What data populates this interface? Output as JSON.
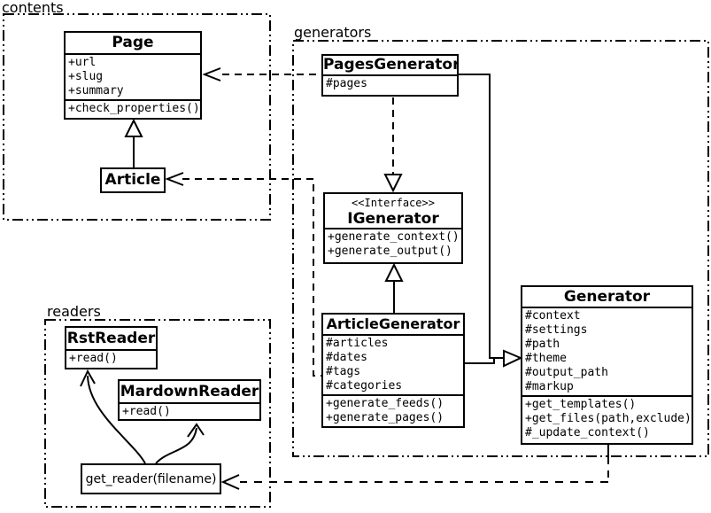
{
  "diagram": {
    "kind": "uml-class-diagram",
    "background_color": "#ffffff",
    "line_color": "#000000"
  },
  "packages": [
    {
      "id": "contents",
      "label": "contents"
    },
    {
      "id": "generators",
      "label": "generators"
    },
    {
      "id": "readers",
      "label": "readers"
    }
  ],
  "classes": {
    "page": {
      "title": "Page",
      "attributes": [
        "+url",
        "+slug",
        "+summary"
      ],
      "methods": [
        "+check_properties()"
      ]
    },
    "article": {
      "title": "Article"
    },
    "pages_generator": {
      "title": "PagesGenerator",
      "attributes": [
        "#pages"
      ]
    },
    "igenerator": {
      "stereotype": "<<Interface>>",
      "title": "IGenerator",
      "methods": [
        "+generate_context()",
        "+generate_output()"
      ]
    },
    "article_generator": {
      "title": "ArticleGenerator",
      "attributes": [
        "#articles",
        "#dates",
        "#tags",
        "#categories"
      ],
      "methods": [
        "+generate_feeds()",
        "+generate_pages()"
      ]
    },
    "generator": {
      "title": "Generator",
      "attributes": [
        "#context",
        "#settings",
        "#path",
        "#theme",
        "#output_path",
        "#markup"
      ],
      "methods": [
        "+get_templates()",
        "+get_files(path,exclude)",
        "#_update_context()"
      ]
    },
    "rst_reader": {
      "title": "RstReader",
      "methods": [
        "+read()"
      ]
    },
    "mardown_reader": {
      "title": "MardownReader",
      "methods": [
        "+read()"
      ]
    },
    "get_reader": {
      "label": "get_reader(filename)"
    }
  },
  "relations": [
    {
      "from": "Article",
      "to": "Page",
      "type": "generalization"
    },
    {
      "from": "PagesGenerator",
      "to": "Page",
      "type": "dependency"
    },
    {
      "from": "ArticleGenerator",
      "to": "Article",
      "type": "dependency"
    },
    {
      "from": "PagesGenerator",
      "to": "IGenerator",
      "type": "realization"
    },
    {
      "from": "ArticleGenerator",
      "to": "IGenerator",
      "type": "generalization"
    },
    {
      "from": "PagesGenerator",
      "to": "Generator",
      "type": "generalization"
    },
    {
      "from": "ArticleGenerator",
      "to": "Generator",
      "type": "generalization"
    },
    {
      "from": "Generator",
      "to": "get_reader(filename)",
      "type": "dependency"
    },
    {
      "from": "get_reader(filename)",
      "to": "RstReader",
      "type": "arrow"
    },
    {
      "from": "get_reader(filename)",
      "to": "MardownReader",
      "type": "arrow"
    }
  ]
}
